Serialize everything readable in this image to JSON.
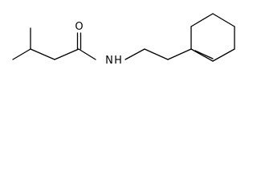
{
  "structure": {
    "atoms": {
      "oxygen": "O",
      "nitrogen": "N",
      "hydrogen": "H"
    },
    "colors": {
      "bond": "#000000",
      "label": "#000000",
      "background": "#ffffff"
    }
  }
}
